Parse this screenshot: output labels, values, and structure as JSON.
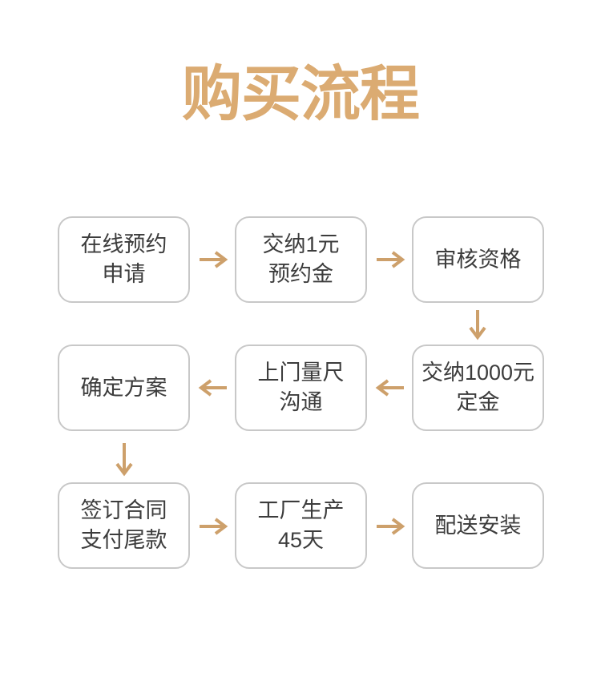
{
  "title": "购买流程",
  "colors": {
    "title_gold": "#DBAB72",
    "arrow_gold": "#CDA06B",
    "box_border": "#C8C8C8",
    "box_text": "#3C3C3C",
    "background": "#FFFFFF"
  },
  "flow": {
    "type": "process-flow",
    "direction_sequence": [
      "right",
      "right",
      "down",
      "left",
      "left",
      "down",
      "right",
      "right"
    ],
    "steps": [
      {
        "order": 1,
        "line1": "在线预约",
        "line2": "申请"
      },
      {
        "order": 2,
        "line1": "交纳1元",
        "line2": "预约金"
      },
      {
        "order": 3,
        "line1": "审核资格"
      },
      {
        "order": 4,
        "line1": "交纳1000元",
        "line2": "定金"
      },
      {
        "order": 5,
        "line1": "上门量尺",
        "line2": "沟通"
      },
      {
        "order": 6,
        "line1": "确定方案"
      },
      {
        "order": 7,
        "line1": "签订合同",
        "line2": "支付尾款"
      },
      {
        "order": 8,
        "line1": "工厂生产",
        "line2": "45天"
      },
      {
        "order": 9,
        "line1": "配送安装"
      }
    ]
  }
}
